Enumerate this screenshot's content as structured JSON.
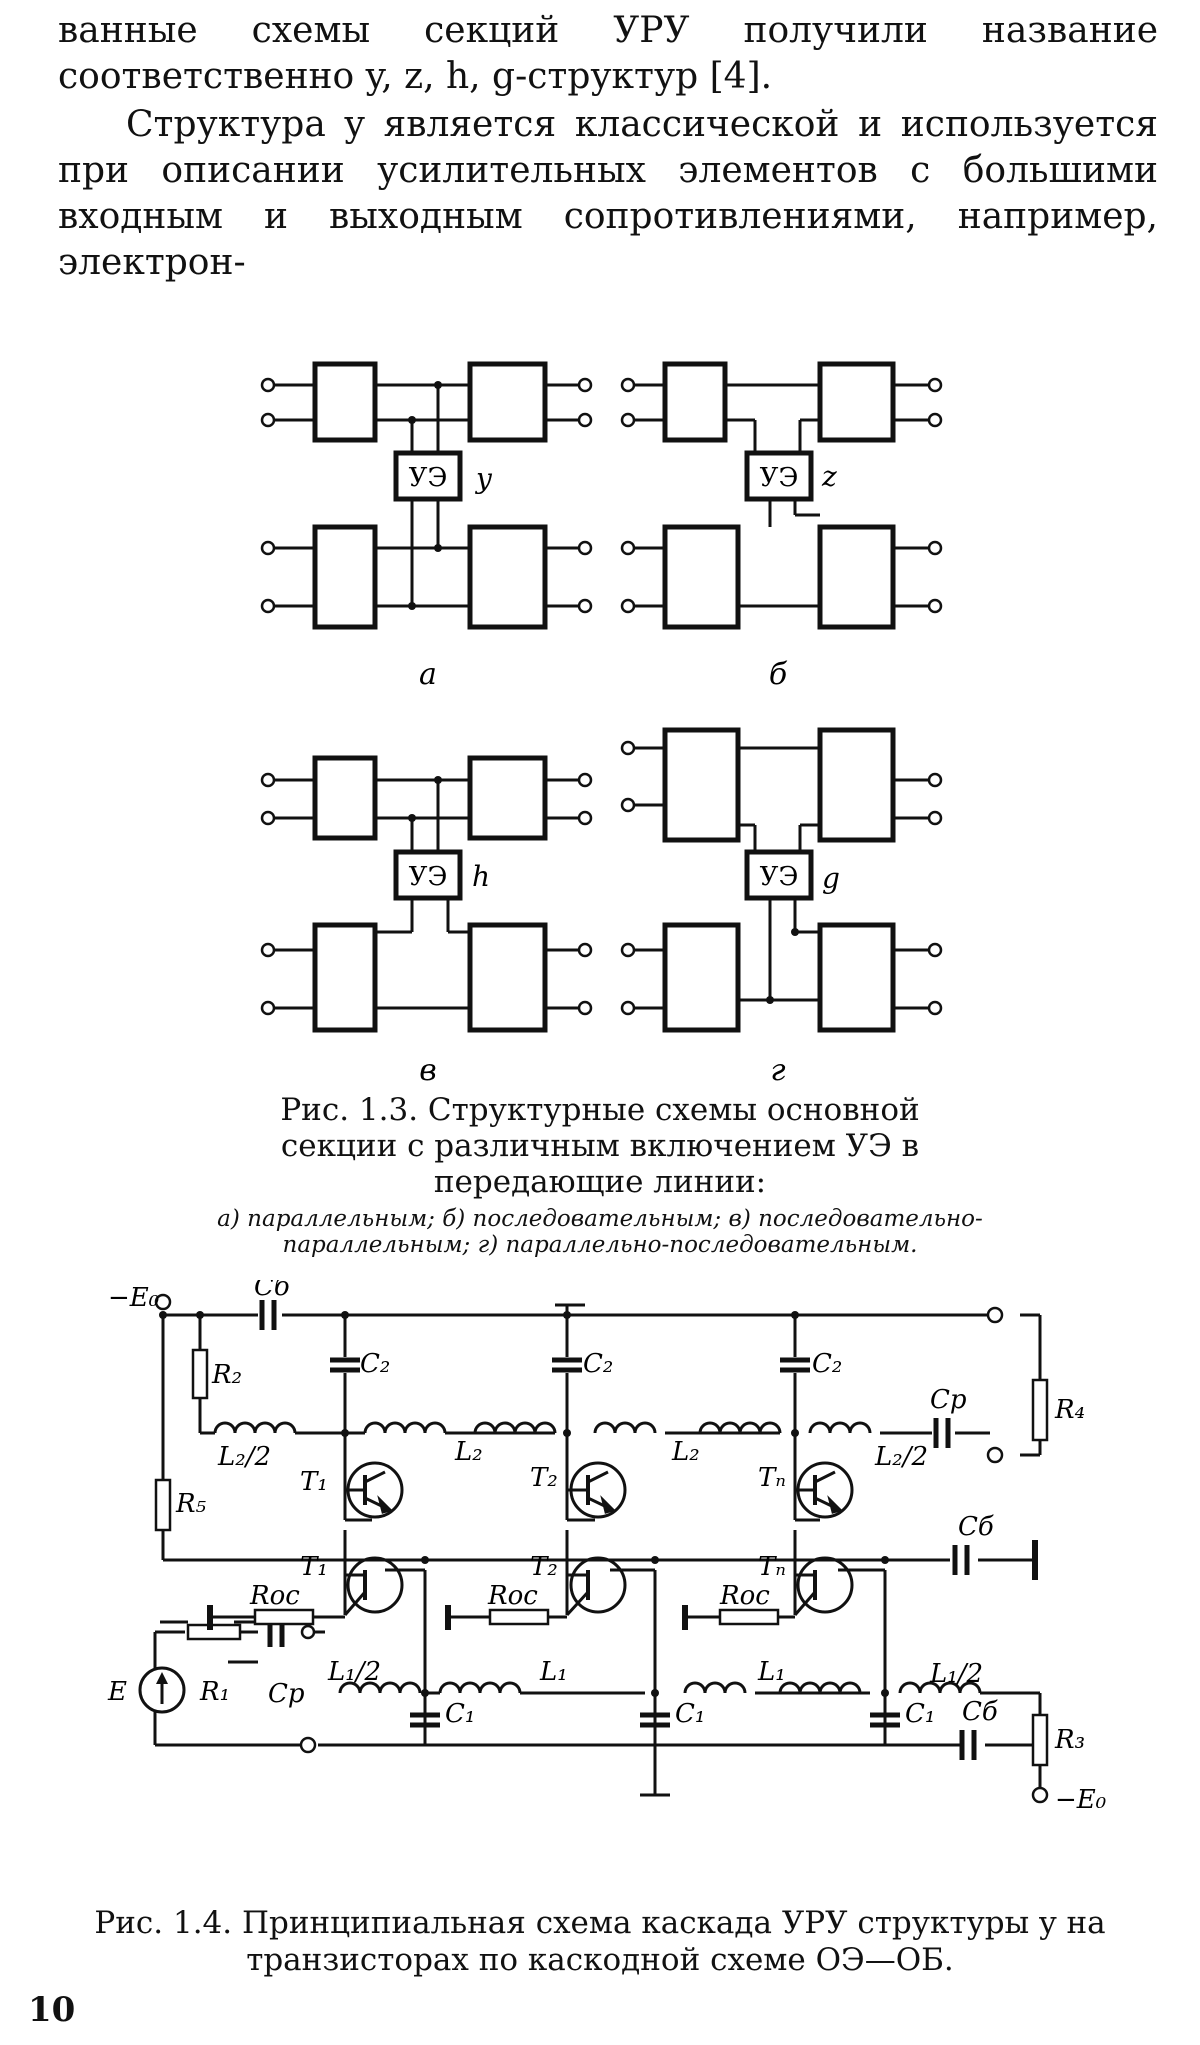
{
  "text": {
    "para1": "ванные схемы секций УРУ получили название соответственно y, z, h, g-структур [4].",
    "para2": "Структура y является классической и используется при описании усилительных элементов с большими входным и выходным сопротивлениями, например, электрон-"
  },
  "fig13": {
    "element_label": "УЭ",
    "structures": [
      {
        "letter": "y",
        "sub": "а"
      },
      {
        "letter": "z",
        "sub": "б"
      },
      {
        "letter": "h",
        "sub": "в"
      },
      {
        "letter": "g",
        "sub": "г"
      }
    ],
    "caption": "Рис. 1.3. Структурные схемы основной секции с различным включением УЭ в передающие линии:",
    "subcaption": "а) параллельным; б) последовательным; в) последовательно-параллельным; г) параллельно-последовательным."
  },
  "fig14": {
    "labels": {
      "E0_top": "−E₀",
      "E0_bottom": "−E₀",
      "Cb_top": "Cб",
      "Cb_right": "Cб",
      "Cb_bottom": "Cб",
      "R2": "R₂",
      "R4": "R₄",
      "R5": "R₅",
      "R1": "R₁",
      "R3": "R₃",
      "Cp_top": "Cр",
      "Cp_bottom": "Cр",
      "C2": "C₂",
      "C1": "C₁",
      "L2half_left": "L₂/2",
      "L2half_right": "L₂/2",
      "L2": "L₂",
      "L1half_left": "L₁/2",
      "L1half_right": "L₁/2",
      "L1": "L₁",
      "T1": "T₁",
      "T2": "T₂",
      "Tn": "Tₙ",
      "Roc": "Rос",
      "E": "E"
    },
    "caption": "Рис. 1.4. Принципиальная схема каскада УРУ структуры y на транзисторах по каскодной схеме ОЭ—ОБ."
  },
  "page_number": "10"
}
